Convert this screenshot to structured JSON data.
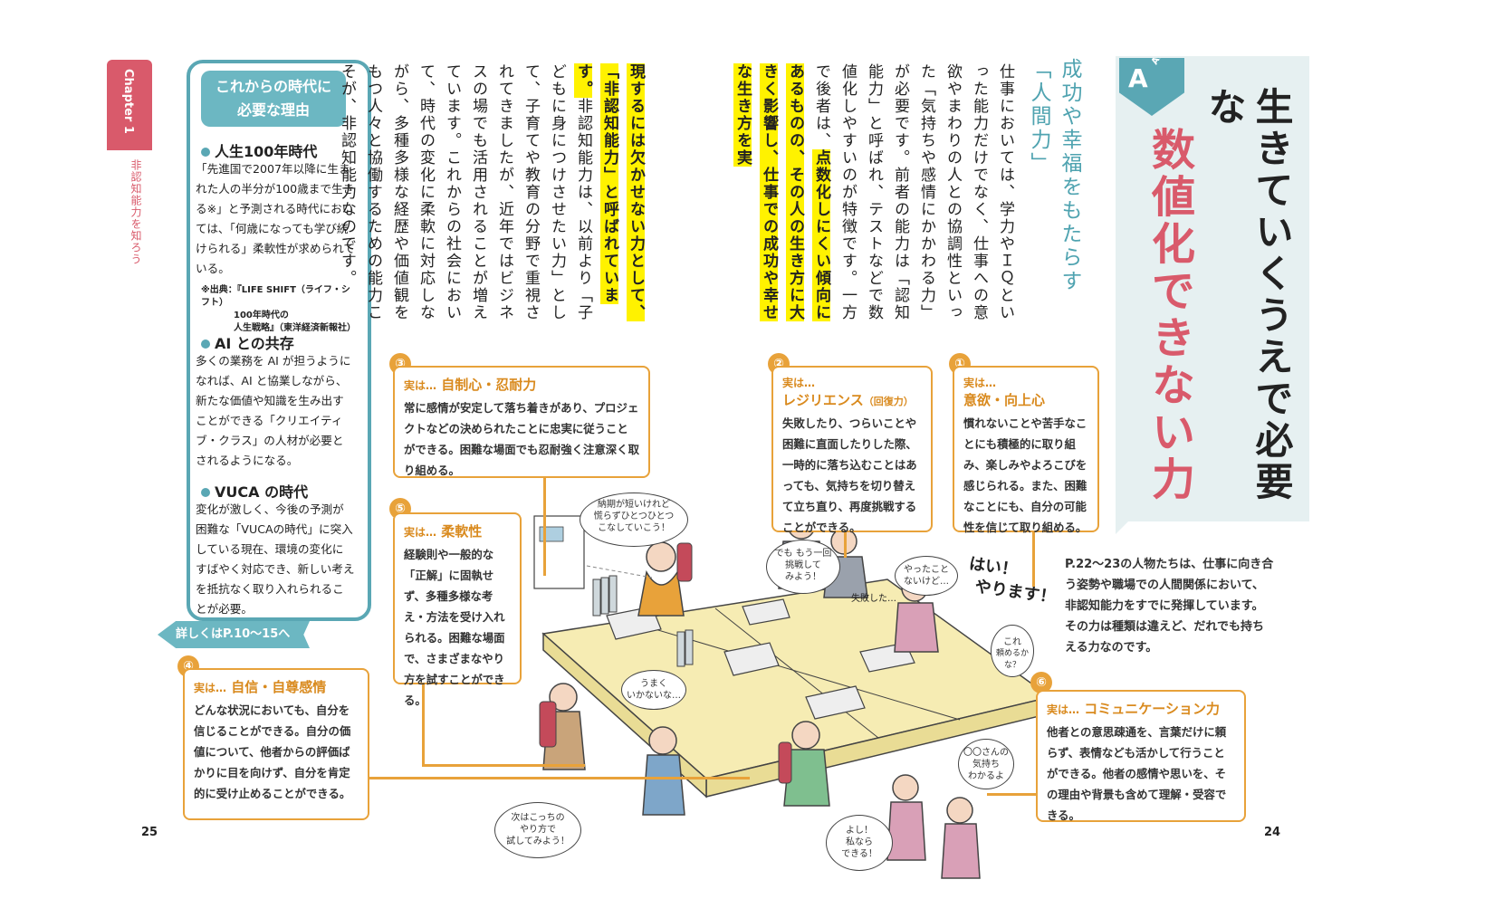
{
  "chapter": {
    "tab": "Chapter 1",
    "subtitle": "非認知能力を知ろう"
  },
  "left": {
    "header": [
      "これからの時代に",
      "必要な理由"
    ],
    "sections": [
      {
        "title": "人生100年時代",
        "body": "「先進国で2007年以降に生まれた人の半分が100歳まで生きる※」と予測される時代においては、「何歳になっても学び続けられる」柔軟性が求められている。"
      },
      {
        "title": "AI との共存",
        "body": "多くの業務を AI が担うようになれば、AI と協業しながら、新たな価値や知識を生み出すことができる「クリエイティブ・クラス」の人材が必要とされるようになる。"
      },
      {
        "title": "VUCA の時代",
        "body": "変化が激しく、今後の予測が困難な「VUCAの時代」に突入している現在、環境の変化にすばやく対応でき、新しい考えを抵抗なく取り入れられることが必要。"
      }
    ],
    "note": [
      "※出典：『LIFE SHIFT（ライフ・シフト）",
      "100年時代の",
      "人生戦略』（東洋経済新報社）"
    ],
    "more": "詳しくはP.10～15へ"
  },
  "answer": {
    "badge": "A",
    "badge_sub": "Answer"
  },
  "title": {
    "line1": "生きていくうえで必要な",
    "line2": "数値化できない力"
  },
  "teal_heading": {
    "line1": "成功や幸福をもたらす",
    "line2": "「人間力」"
  },
  "body_right": {
    "plain1": "仕事においては、学力やＩＱといった能力だけでなく、仕事への意欲やまわりの人との協調性といった「気持ちや感情にかかわる力」が必要です。前者の能力は「認知能力」と呼ばれ、テストなどで数値化しやすいのが特徴です。一方で後者は、",
    "highlight": "点数化しにくい傾向にあるものの、その人の生き方に大きく影響し、仕事での成功や幸せな生き方を実"
  },
  "body_left": {
    "highlight": "現するには欠かせない力として、「非認知能力」と呼ばれています。",
    "plain": "非認知能力は、以前より「子どもに身につけさせたい力」として、子育てや教育の分野で重視されてきましたが、近年ではビジネスの場でも活用されることが増えています。これからの社会において、時代の変化に柔軟に対応しながら、多種多様な経歴や価値観をもつ人々と協働するための能力こそが、非認知能力なのです。"
  },
  "callouts": [
    {
      "num": "①",
      "kicker": "実は…",
      "title": "意欲・向上心",
      "note": "",
      "body": "慣れないことや苦手なことにも積極的に取り組み、楽しみやよろこびを感じられる。また、困難なことにも、自分の可能性を信じて取り組める。"
    },
    {
      "num": "②",
      "kicker": "実は…",
      "title": "レジリエンス",
      "note": "（回復力）",
      "body": "失敗したり、つらいことや困難に直面したりした際、一時的に落ち込むことはあっても、気持ちを切り替えて立ち直り、再度挑戦することができる。"
    },
    {
      "num": "③",
      "kicker": "実は…",
      "title": "自制心・忍耐力",
      "note": "",
      "body": "常に感情が安定して落ち着きがあり、プロジェクトなどの決められたことに忠実に従うことができる。困難な場面でも忍耐強く注意深く取り組める。"
    },
    {
      "num": "④",
      "kicker": "実は…",
      "title": "自信・自尊感情",
      "note": "",
      "body": "どんな状況においても、自分を信じることができる。自分の価値について、他者からの評価ばかりに目を向けず、自分を肯定的に受け止めることができる。"
    },
    {
      "num": "⑤",
      "kicker": "実は…",
      "title": "柔軟性",
      "note": "",
      "body": "経験則や一般的な「正解」に固執せず、多種多様な考え・方法を受け入れられる。困難な場面で、さまざまなやり方を試すことができる。"
    },
    {
      "num": "⑥",
      "kicker": "実は…",
      "title": "コミュニケーション力",
      "note": "",
      "body": "他者との意思疎通を、言葉だけに頼らず、表情なども活かして行うことができる。他者の感情や思いを、その理由や背景も含めて理解・受容できる。"
    }
  ],
  "right_paragraph": "P.22～23の人物たちは、仕事に向き合う姿勢や職場での人間関係において、非認知能力をすでに発揮しています。その力は種類は違えど、だれでも持ちえる力なのです。",
  "bubbles": {
    "b1": [
      "納期が短いけれど",
      "慌らずひとつひとつ",
      "こなしていこう！"
    ],
    "b2": [
      "でも もう一回",
      "挑戦して",
      "みよう！"
    ],
    "b3": [
      "やったこと",
      "ないけど…"
    ],
    "b4": [
      "はい！",
      "やります！"
    ],
    "b5": [
      "これ",
      "頼めるかな？"
    ],
    "b6": [
      "うまく",
      "いかないな…"
    ],
    "b7": [
      "次はこっちの",
      "やり方で",
      "試してみよう！"
    ],
    "b8": [
      "よし！",
      "私なら",
      "できる！"
    ],
    "b9": [
      "〇〇さんの",
      "気持ち",
      "わかるよ"
    ],
    "b10": "失敗した…"
  },
  "page_numbers": {
    "left": "25",
    "right": "24"
  }
}
